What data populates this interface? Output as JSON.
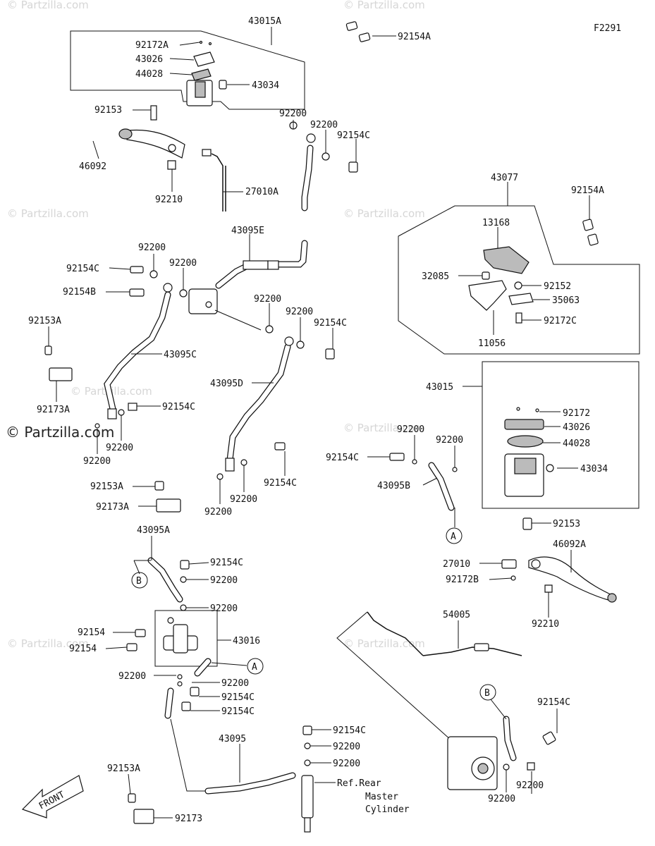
{
  "figure_code": "F2291",
  "watermarks": [
    "© Partzilla.com",
    "© Partzilla.com",
    "© Partzilla.com",
    "© Partzilla.com",
    "© Partzilla.com",
    "© Partzilla.com",
    "© Partzilla.com",
    "© Partzilla.com"
  ],
  "watermark_bold": "© Partzilla.com",
  "front_label": "FRONT",
  "ref_note": [
    "Ref.Rear",
    "Master",
    "Cylinder"
  ],
  "circle_markers": [
    "A",
    "B",
    "A",
    "B"
  ],
  "labels": [
    "43015A",
    "92172A",
    "43026",
    "44028",
    "43034",
    "92154A",
    "92153",
    "92200",
    "92200",
    "92154C",
    "46092",
    "92210",
    "27010A",
    "43077",
    "92154A",
    "13168",
    "43095E",
    "92200",
    "92154C",
    "92200",
    "92154B",
    "32085",
    "92152",
    "35063",
    "11056",
    "92172C",
    "92200",
    "92200",
    "92154C",
    "92153A",
    "43095C",
    "43095D",
    "43015",
    "92172",
    "43026",
    "44028",
    "92173A",
    "92154C",
    "92200",
    "92200",
    "92200",
    "92154C",
    "43034",
    "43095B",
    "92200",
    "92154C",
    "92200",
    "92200",
    "92153A",
    "92173A",
    "92153",
    "43095A",
    "92154C",
    "92200",
    "46092A",
    "27010",
    "92172B",
    "92200",
    "92210",
    "92154",
    "43016",
    "54005",
    "92154",
    "92200",
    "92200",
    "92154C",
    "92154C",
    "92154C",
    "92154C",
    "43095",
    "92200",
    "92200",
    "92153A",
    "92173",
    "92200",
    "92200"
  ]
}
